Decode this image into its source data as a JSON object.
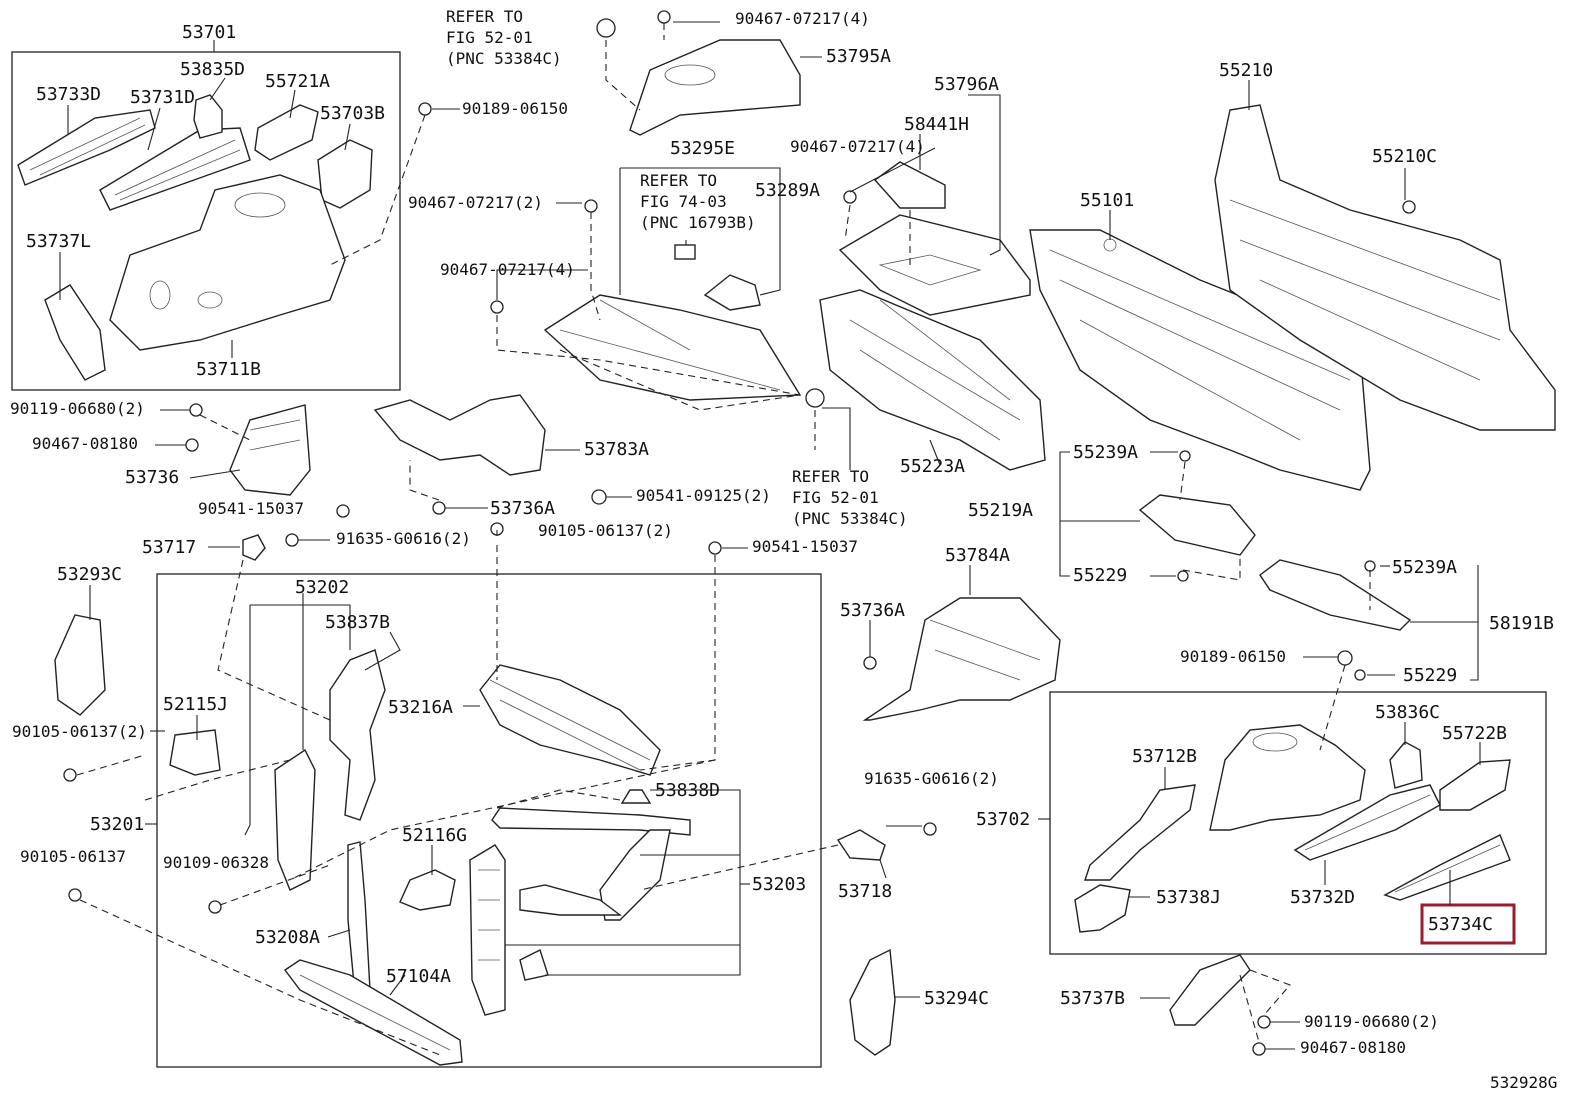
{
  "diagram": {
    "figure_code": "532928G",
    "highlighted_part": "53734C",
    "highlight_color": "#9b1b30",
    "labels": {
      "p53701": "53701",
      "p53733D": "53733D",
      "p53835D": "53835D",
      "p55721A": "55721A",
      "p53731D": "53731D",
      "p53703B": "53703B",
      "p53737L": "53737L",
      "p53711B": "53711B",
      "b90189_06150_top": "90189-06150",
      "refer_52_01_top": [
        "REFER TO",
        "FIG 52-01",
        "(PNC 53384C)"
      ],
      "b90467_07217_4_top": "90467-07217(4)",
      "p53795A": "53795A",
      "p53295E": "53295E",
      "refer_74_03": [
        "REFER TO",
        "FIG 74-03",
        "(PNC 16793B)"
      ],
      "b90467_07217_2": "90467-07217(2)",
      "b90467_07217_4_left": "90467-07217(4)",
      "p53289A": "53289A",
      "p53796A": "53796A",
      "p58441H": "58441H",
      "b90467_07217_4_mid": "90467-07217(4)",
      "p55210": "55210",
      "p55210C": "55210C",
      "p55101": "55101",
      "b90119_06680_2_left": "90119-06680(2)",
      "b90467_08180_left": "90467-08180",
      "p53736": "53736",
      "p53783A": "53783A",
      "p53736A_top": "53736A",
      "b90541_15037_left": "90541-15037",
      "b90541_09125_2": "90541-09125(2)",
      "refer_52_01_mid": [
        "REFER TO",
        "FIG 52-01",
        "(PNC 53384C)"
      ],
      "p55223A": "55223A",
      "p55239A_top": "55239A",
      "p55219A": "55219A",
      "p55229_left": "55229",
      "p53717": "53717",
      "b91635_G0616_2_left": "91635-G0616(2)",
      "b90105_06137_2_mid": "90105-06137(2)",
      "b90541_15037_mid": "90541-15037",
      "p53293C": "53293C",
      "p53202": "53202",
      "p53837B": "53837B",
      "p53784A": "53784A",
      "p55239A_right": "55239A",
      "p58191B": "58191B",
      "p53736A_mid": "53736A",
      "b90189_06150_right": "90189-06150",
      "p55229_right": "55229",
      "p52115J": "52115J",
      "p53216A": "53216A",
      "b90105_06137_2_left": "90105-06137(2)",
      "p53836C": "53836C",
      "p55722B": "55722B",
      "p53712B": "53712B",
      "p53201": "53201",
      "p53838D": "53838D",
      "b91635_G0616_2_right": "91635-G0616(2)",
      "p53702": "53702",
      "b90105_06137": "90105-06137",
      "p52116G": "52116G",
      "b90109_06328": "90109-06328",
      "p53203": "53203",
      "p53718": "53718",
      "p53738J": "53738J",
      "p53732D": "53732D",
      "p53734C": "53734C",
      "p53208A": "53208A",
      "p57104A": "57104A",
      "p53294C": "53294C",
      "p53737B": "53737B",
      "b90119_06680_2_right": "90119-06680(2)",
      "b90467_08180_right": "90467-08180"
    }
  }
}
